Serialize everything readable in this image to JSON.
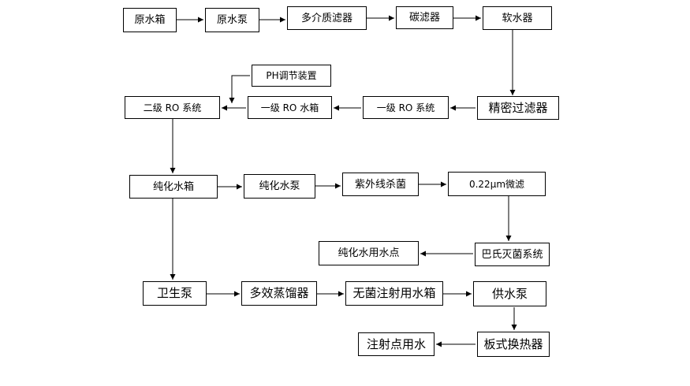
{
  "colors": {
    "line": "#000000",
    "background": "#ffffff",
    "text": "#000000"
  },
  "nodes": {
    "raw_tank": "原水箱",
    "raw_pump": "原水泵",
    "multimedia_filter": "多介质滤器",
    "carbon_filter": "碳滤器",
    "softener": "软水器",
    "ph_adjust": "PH调节装置",
    "secondary_ro": "二级 RO 系统",
    "primary_ro_tank": "一级 RO 水箱",
    "primary_ro": "一级 RO 系统",
    "precision_filter": "精密过滤器",
    "purified_tank": "纯化水箱",
    "purified_pump": "纯化水泵",
    "uv_sterilizer": "紫外线杀菌",
    "microfilter": "0.22μm微滤",
    "purified_use": "纯化水用水点",
    "pasteur": "巴氏灭菌系统",
    "sanitary_pump": "卫生泵",
    "distiller": "多效蒸馏器",
    "wfi_tank": "无菌注射用水箱",
    "supply_pump": "供水泵",
    "injection_use": "注射点用水",
    "plate_exchanger": "板式换热器"
  }
}
